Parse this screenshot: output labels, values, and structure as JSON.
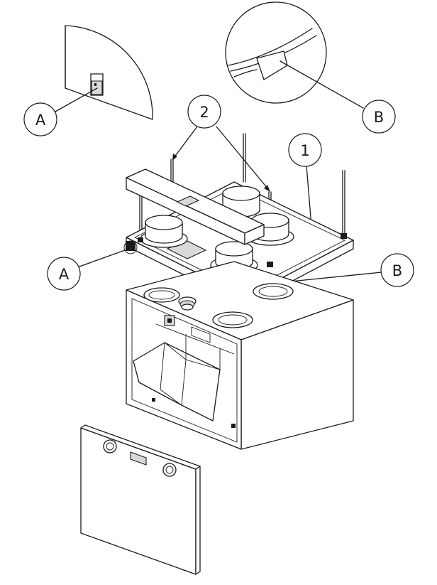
{
  "callouts": {
    "a_detail": "A",
    "b_detail": "B",
    "two": "2",
    "one": "1",
    "a_lower": "A",
    "b_lower": "B"
  },
  "colors": {
    "line": "#1a1a1a",
    "background": "#ffffff",
    "shade": "#d9d9d9"
  }
}
